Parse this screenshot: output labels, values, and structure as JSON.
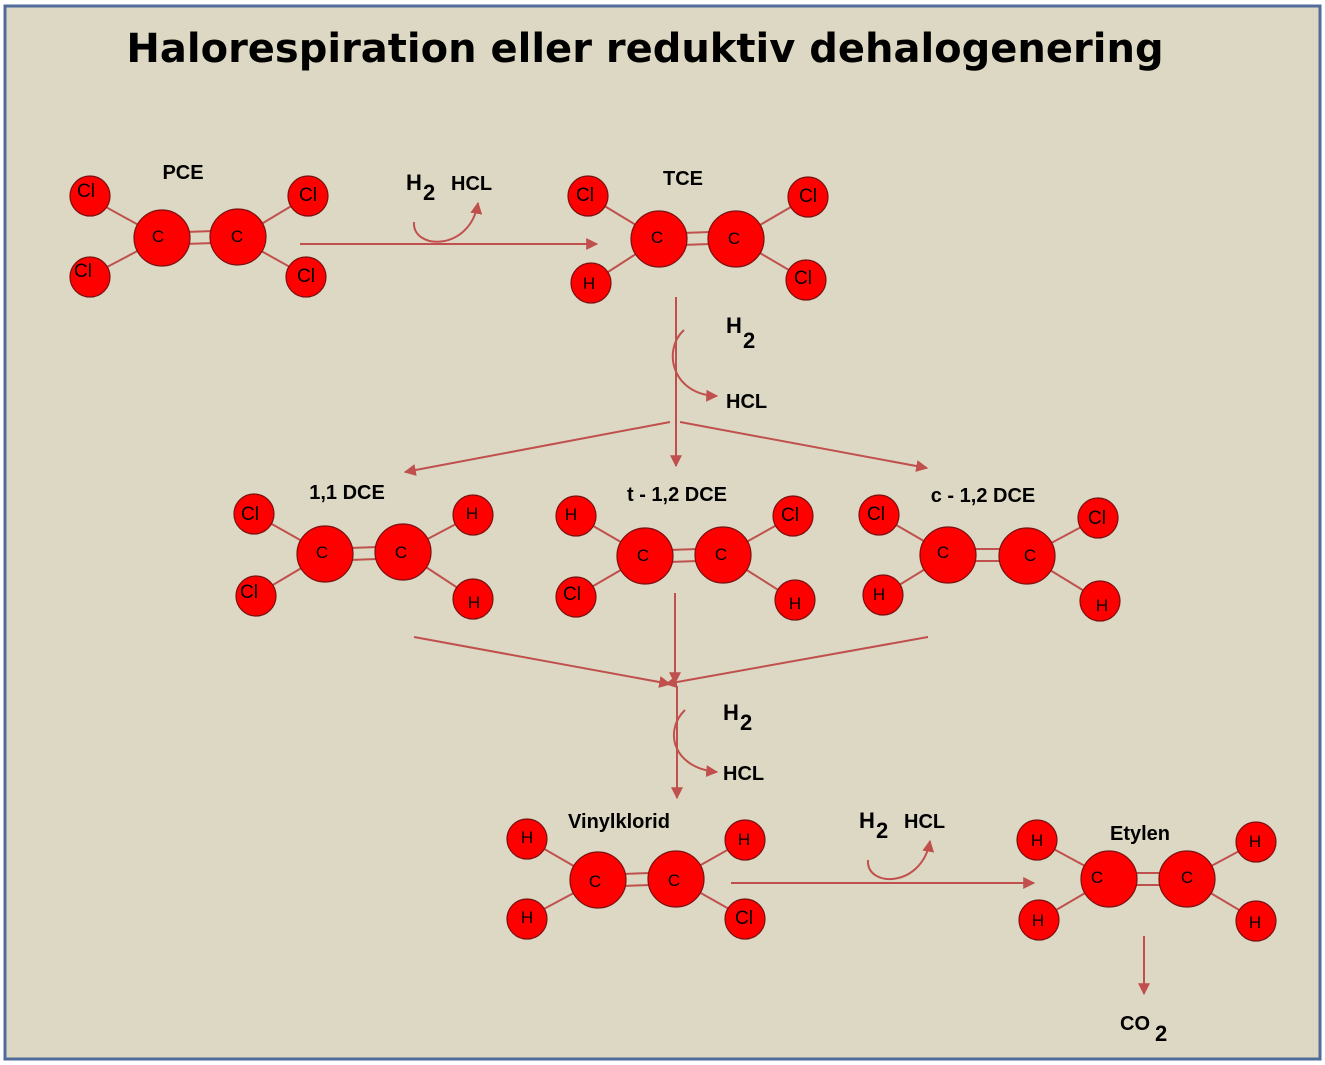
{
  "title": "Halorespiration eller reduktiv dehalogenering",
  "colors": {
    "background": "#ddd8c3",
    "border": "#4f6c9b",
    "atom_fill": "#ff0000",
    "bond": "#c0504d",
    "arrow": "#c0504d"
  },
  "molecules": {
    "pce": {
      "name": "PCE",
      "c1": "C",
      "c2": "C",
      "l_top": "Cl",
      "l_bot": "Cl",
      "r_top": "Cl",
      "r_bot": "Cl"
    },
    "tce": {
      "name": "TCE",
      "c1": "C",
      "c2": "C",
      "l_top": "Cl",
      "l_bot": "H",
      "r_top": "Cl",
      "r_bot": "Cl"
    },
    "dce11": {
      "name": "1,1 DCE",
      "c1": "C",
      "c2": "C",
      "l_top": "Cl",
      "l_bot": "Cl",
      "r_top": "H",
      "r_bot": "H"
    },
    "tdce": {
      "name": "t - 1,2 DCE",
      "c1": "C",
      "c2": "C",
      "l_top": "H",
      "l_bot": "Cl",
      "r_top": "Cl",
      "r_bot": "H"
    },
    "cdce": {
      "name": "c - 1,2 DCE",
      "c1": "C",
      "c2": "C",
      "l_top": "Cl",
      "l_bot": "H",
      "r_top": "Cl",
      "r_bot": "H"
    },
    "vinyl": {
      "name": "Vinylklorid",
      "c1": "C",
      "c2": "C",
      "l_top": "H",
      "l_bot": "H",
      "r_top": "H",
      "r_bot": "Cl"
    },
    "etylen": {
      "name": "Etylen",
      "c1": "C",
      "c2": "C",
      "l_top": "H",
      "l_bot": "H",
      "r_top": "H",
      "r_bot": "H"
    }
  },
  "reagents": {
    "h": "H",
    "two": "2",
    "hcl": "HCL",
    "co": "CO"
  }
}
